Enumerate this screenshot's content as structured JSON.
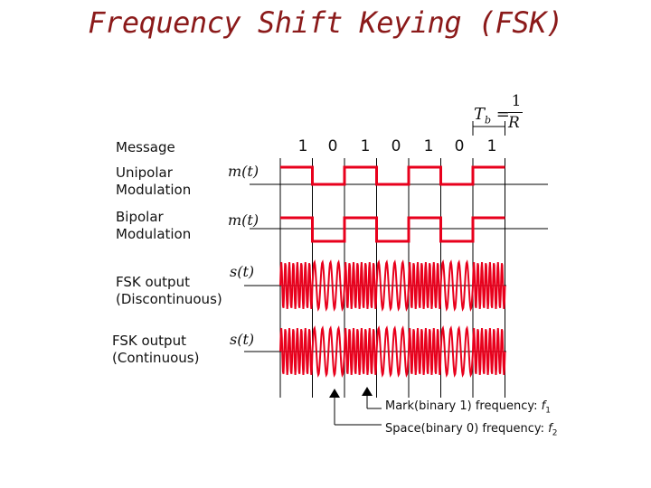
{
  "title": "Frequency Shift Keying (FSK)",
  "bit_period_formula": {
    "lhs": "Tb =",
    "numerator": "1",
    "denominator": "R"
  },
  "message": {
    "label": "Message",
    "bits": [
      "1",
      "0",
      "1",
      "0",
      "1",
      "0",
      "1"
    ]
  },
  "rows": [
    {
      "label": "Unipolar Modulation",
      "signal": "m(t)"
    },
    {
      "label": "Bipolar Modulation",
      "signal": "m(t)"
    },
    {
      "label": "FSK output (Discontinuous)",
      "signal": "s(t)"
    },
    {
      "label": "FSK output (Continuous)",
      "signal": "s(t)"
    }
  ],
  "legend": {
    "mark": "Mark(binary 1) frequency: f1",
    "space": "Space(binary 0) frequency: f2"
  },
  "colors": {
    "title": "#8B1A1A",
    "waveform": "#E8001C",
    "axis": "#000000"
  }
}
